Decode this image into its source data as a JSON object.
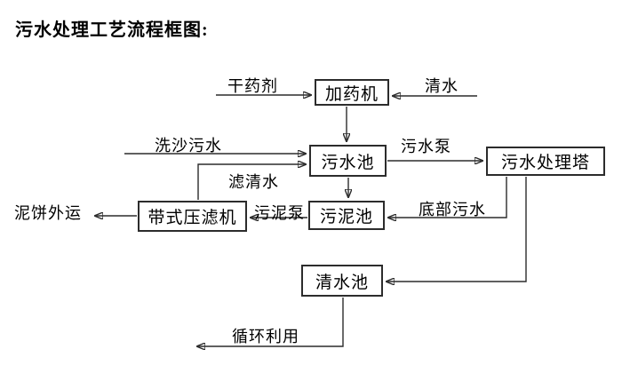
{
  "title": "污水处理工艺流程框图:",
  "colors": {
    "background": "#ffffff",
    "line": "#2c2c2c",
    "text": "#000000"
  },
  "nodes": {
    "dosing_machine": {
      "label": "加药机"
    },
    "sewage_pool": {
      "label": "污水池"
    },
    "treatment_tower": {
      "label": "污水处理塔"
    },
    "sludge_pool": {
      "label": "污泥池"
    },
    "belt_filter_press": {
      "label": "带式压滤机"
    },
    "clean_water_pool": {
      "label": "清水池"
    }
  },
  "flow_labels": {
    "dry_agent": "干药剂",
    "clean_water": "清水",
    "sand_washing_sewage": "洗沙污水",
    "sewage_pump": "污水泵",
    "filtered_water": "滤清水",
    "sludge_pump": "污泥泵",
    "bottom_sewage": "底部污水",
    "mud_cake_outbound": "泥饼外运",
    "recycling": "循环利用"
  },
  "edges": [
    {
      "from": null,
      "to": "dosing_machine",
      "label": "干药剂"
    },
    {
      "from": null,
      "to": "dosing_machine",
      "label": "清水"
    },
    {
      "from": "dosing_machine",
      "to": "sewage_pool",
      "label": ""
    },
    {
      "from": null,
      "to": "sewage_pool",
      "label": "洗沙污水"
    },
    {
      "from": "belt_filter_press",
      "to": "sewage_pool",
      "label": "滤清水"
    },
    {
      "from": "sewage_pool",
      "to": "treatment_tower",
      "label": "污水泵"
    },
    {
      "from": "sewage_pool",
      "to": "sludge_pool",
      "label": ""
    },
    {
      "from": "treatment_tower",
      "to": "sludge_pool",
      "label": "底部污水"
    },
    {
      "from": "sludge_pool",
      "to": "belt_filter_press",
      "label": "污泥泵"
    },
    {
      "from": "belt_filter_press",
      "to": null,
      "label": "泥饼外运"
    },
    {
      "from": "treatment_tower",
      "to": "clean_water_pool",
      "label": ""
    },
    {
      "from": "clean_water_pool",
      "to": null,
      "label": "循环利用"
    }
  ]
}
